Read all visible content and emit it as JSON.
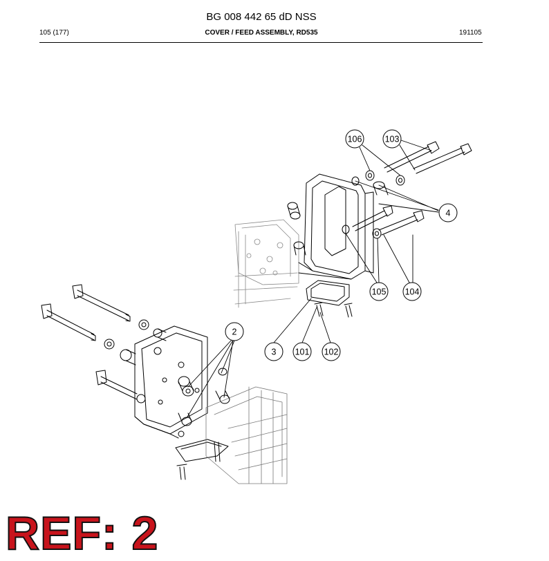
{
  "header": {
    "doc_title": "BG 008 442 65 dD NSS",
    "page": "105 (177)",
    "section": "COVER / FEED ASSEMBLY, RD535",
    "date_code": "191105"
  },
  "callouts": [
    {
      "id": "c106",
      "label": "106"
    },
    {
      "id": "c103",
      "label": "103"
    },
    {
      "id": "c4",
      "label": "4"
    },
    {
      "id": "c105",
      "label": "105"
    },
    {
      "id": "c104",
      "label": "104"
    },
    {
      "id": "c2",
      "label": "2"
    },
    {
      "id": "c3",
      "label": "3"
    },
    {
      "id": "c101",
      "label": "101"
    },
    {
      "id": "c102",
      "label": "102"
    }
  ],
  "footer": {
    "ref_label": "REF: 2"
  },
  "colors": {
    "ref_fill": "#c8141c",
    "line": "#000000"
  }
}
